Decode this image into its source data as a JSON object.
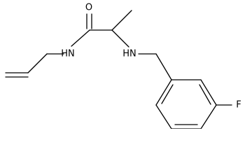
{
  "molecule": {
    "atoms": {
      "oxygen": "O",
      "amide_nitrogen": "HN",
      "amine_nitrogen": "HN",
      "fluorine": "F"
    },
    "colors": {
      "bond": "#000000",
      "label": "#000000",
      "background": "#ffffff"
    }
  }
}
